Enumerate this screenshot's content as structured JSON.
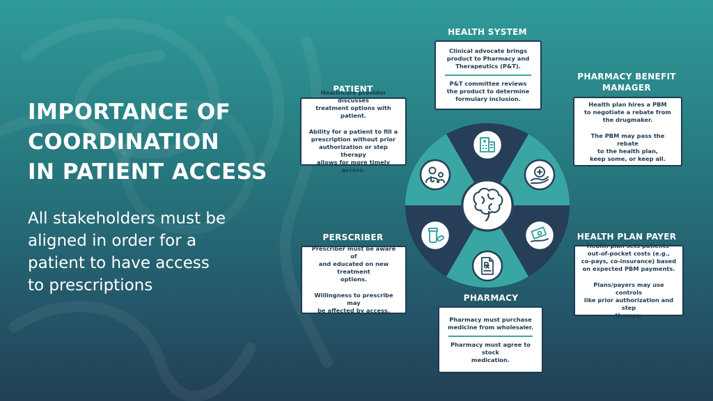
{
  "title_lines": [
    "IMPORTANCE OF",
    "COORDINATION",
    "IN PATIENT ACCESS"
  ],
  "subtitle_lines": [
    "All stakeholders must be",
    "aligned in order for a",
    "patient to have access",
    "to prescriptions"
  ],
  "colors": {
    "teal": "#3aa6a3",
    "navy": "#263e57",
    "card_border": "#1e3a53"
  },
  "stakeholders": {
    "health_system": {
      "label": [
        "HEALTH SYSTEM"
      ],
      "text1": [
        "Clinical advocate brings",
        "product to Pharmacy and",
        "Therapeutics (P&T)."
      ],
      "text2": [
        "P&T committee reviews",
        "the product to determine",
        "formulary inclusion."
      ],
      "icon": "hospital-icon"
    },
    "pbm": {
      "label": [
        "PHARMACY BENEFIT",
        "MANAGER"
      ],
      "text1": [
        "Health plan hires a PBM",
        "to negotiate a rebate from",
        "the drugmaker."
      ],
      "text2": [
        "The PBM may pass the rebate",
        "to the health plan,",
        "keep some, or keep all."
      ],
      "icon": "hand-with-plus-icon"
    },
    "health_plan_payer": {
      "label": [
        "HEALTH PLAN PAYER"
      ],
      "text1": [
        "Health plan sets patients'",
        "out-of-pocket costs (e.g.,",
        "co-pays, co-insurance) based",
        "on expected PBM payments."
      ],
      "text2": [
        "Plans/payers may use controls",
        "like prior authorization and step",
        "therapy."
      ],
      "icon": "money-in-hand-icon"
    },
    "pharmacy": {
      "label": [
        "PHARMACY"
      ],
      "text1": [
        "Pharmacy must purchase",
        "medicine from wholesaler."
      ],
      "text2": [
        "Pharmacy must agree to stock",
        "medication."
      ],
      "icon": "prescription-icon"
    },
    "prescriber": {
      "label": [
        "PERSCRIBER"
      ],
      "text1": [
        "Prescriber must be aware of",
        "and educated on new treatment",
        "options."
      ],
      "text2": [
        "Willingness to prescribe may",
        "be affected by access."
      ],
      "icon": "pill-bottle-icon"
    },
    "patient": {
      "label": [
        "PATIENT"
      ],
      "text1": [
        "Healthcare provider discusses",
        "treatment options with patient."
      ],
      "text2": [
        "Ability for a patient to fill a",
        "prescription without prior",
        "authorization or step therapy",
        "allows for more timely access."
      ],
      "icon": "doctor-patient-icon"
    }
  },
  "center_icon": "brain-icon"
}
